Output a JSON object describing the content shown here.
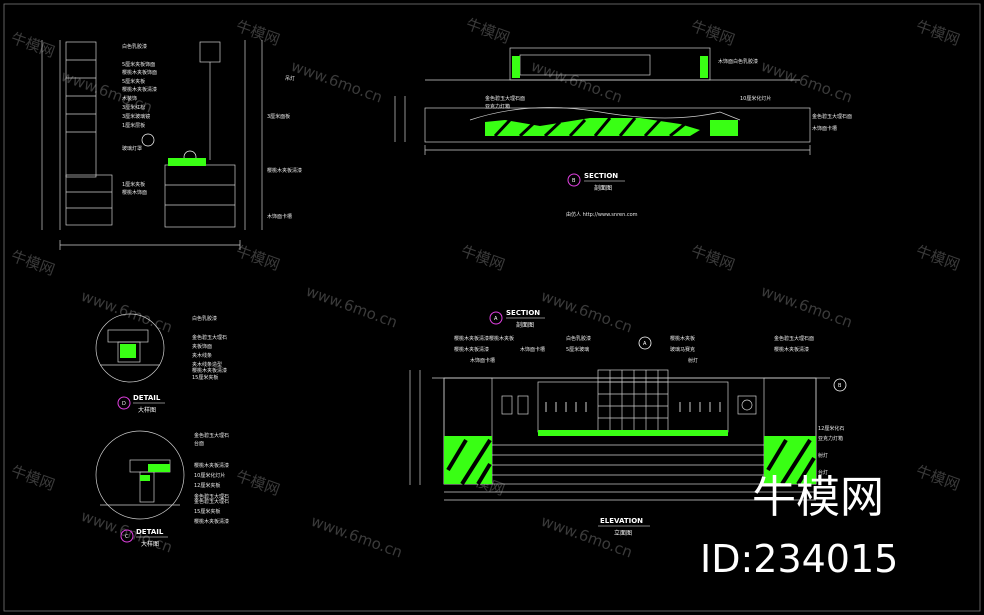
{
  "watermarks": {
    "brand": "牛模网",
    "site": "www.6mo.cn",
    "id": "ID:234015"
  },
  "colors": {
    "background": "#000000",
    "accent_green": "#39ff14",
    "line_white": "#ffffff",
    "line_grey": "#9a9a9a",
    "marker_magenta": "#e040e0"
  },
  "section_b": {
    "marker": "B",
    "title": "SECTION",
    "subtitle": "剖面图",
    "credit": "由仿人 http://www.snren.com",
    "labels_top": [
      "木饰面白色乳胶漆"
    ],
    "labels_left": [
      "金色碧玉大理石面",
      "亚克力灯箱"
    ],
    "labels_right": [
      "10厘米化灯片",
      "金色碧玉大理石面",
      "木饰面卡槽"
    ]
  },
  "section_a": {
    "marker": "A",
    "title": "SECTION",
    "subtitle": "剖面图",
    "labels": [
      "白色乳胶漆",
      "5厘米夹板饰面",
      "樱桃木夹板饰面",
      "5厘米夹板",
      "樱桃木夹板清漆",
      "木装饰",
      "3厘米红松",
      "3厘米玻璃镜",
      "1厘米层板",
      "玻璃灯罩",
      "1厘米夹板",
      "樱桃木饰面",
      "樱桃木夹板清漆",
      "木饰面卡槽",
      "吊灯",
      "3厘米面板"
    ]
  },
  "detail_1": {
    "marker": "D",
    "title": "DETAIL",
    "subtitle": "大样图",
    "labels": [
      "白色乳胶漆",
      "金色碧玉大理石",
      "夹板饰面",
      "夹木线条",
      "夹木线条造型",
      "樱桃木夹板清漆",
      "15厘米夹板"
    ]
  },
  "detail_2": {
    "marker": "C",
    "title": "DETAIL",
    "subtitle": "大样图",
    "labels": [
      "金色碧玉大理石",
      "台面",
      "樱桃木夹板清漆",
      "10厘米化灯片",
      "12厘米夹板",
      "金色碧玉大理石",
      "金色碧玉大理石",
      "15厘米夹板",
      "樱桃木夹板清漆"
    ]
  },
  "elevation": {
    "title": "ELEVATION",
    "subtitle": "立面图",
    "marker_top": "A",
    "marker_right": "B",
    "labels_top": [
      "樱桃木夹板清漆",
      "樱桃木夹板清漆",
      "樱桃木夹板",
      "木饰面卡槽",
      "白色乳胶漆",
      "5厘米玻璃",
      "木饰面卡槽",
      "樱桃木夹板",
      "玻璃马赛克",
      "射灯",
      "金色碧玉大理石面",
      "樱桃木夹板清漆"
    ],
    "labels_right": [
      "12厘米化石",
      "亚克力灯箱",
      "射灯",
      "台灯"
    ]
  }
}
